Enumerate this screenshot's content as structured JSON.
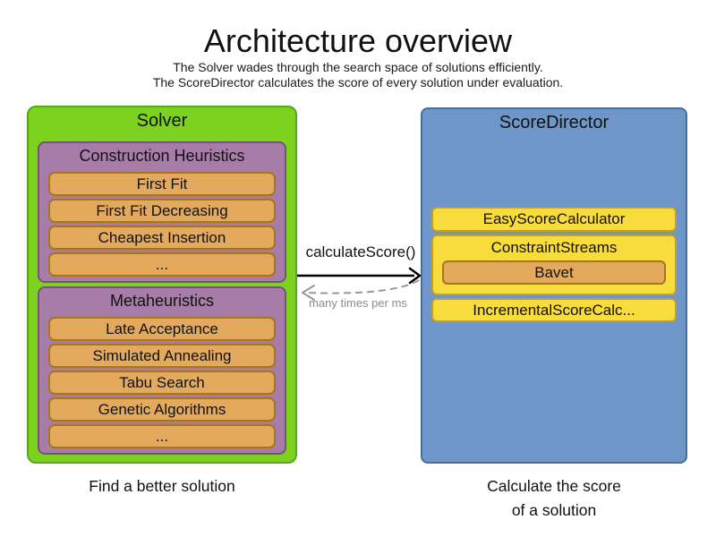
{
  "header": {
    "title": "Architecture overview",
    "subtitle_line1": "The Solver wades through the search space of solutions efficiently.",
    "subtitle_line2": "The ScoreDirector calculates the score of every solution under evaluation."
  },
  "solver": {
    "label": "Solver",
    "caption": "Find a better solution",
    "construction_heuristics": {
      "label": "Construction Heuristics",
      "items": [
        "First Fit",
        "First Fit Decreasing",
        "Cheapest Insertion",
        "..."
      ]
    },
    "metaheuristics": {
      "label": "Metaheuristics",
      "items": [
        "Late Acceptance",
        "Simulated Annealing",
        "Tabu Search",
        "Genetic Algorithms",
        "..."
      ]
    }
  },
  "score_director": {
    "label": "ScoreDirector",
    "caption_line1": "Calculate the score",
    "caption_line2": "of a solution",
    "calculators": {
      "easy": "EasyScoreCalculator",
      "constraint_streams": "ConstraintStreams",
      "bavet": "Bavet",
      "incremental": "IncrementalScoreCalc..."
    }
  },
  "interaction": {
    "call_label": "calculateScore()",
    "frequency_label": "many times per ms"
  },
  "colors": {
    "solver_fill": "#7cd21f",
    "solver_border": "#58a61a",
    "heuristic_group_fill": "#a87ca8",
    "heuristic_group_border": "#765276",
    "algorithm_fill": "#e3a95c",
    "algorithm_border": "#a9741f",
    "score_director_fill": "#6e96c8",
    "score_director_border": "#4a6e9a",
    "calculator_fill": "#f7dc3b",
    "calculator_border": "#bfa02a",
    "arrow_solid": "#000000",
    "arrow_dashed": "#999999",
    "frequency_text": "#8c8c8c"
  }
}
